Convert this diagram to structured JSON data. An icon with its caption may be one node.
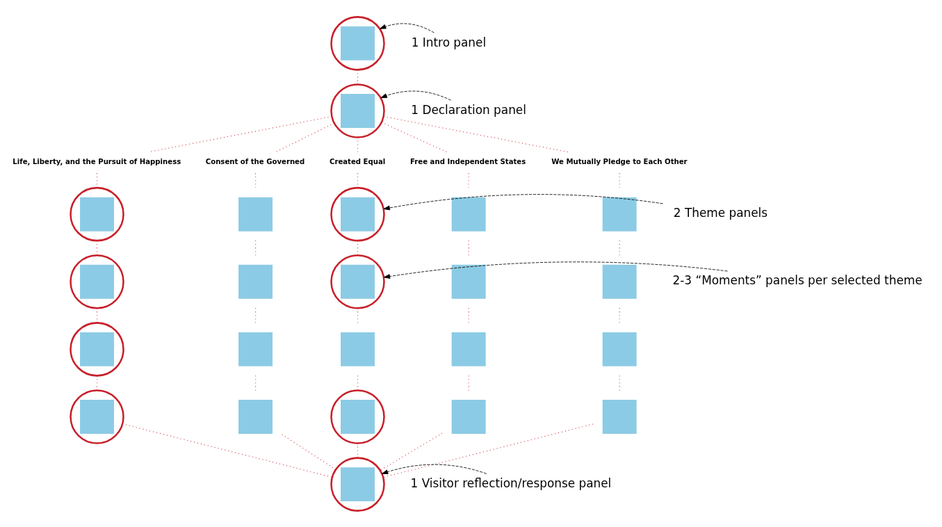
{
  "diagram": {
    "nodes": [
      {
        "text": [],
        "shape": "circle"
      },
      {
        "text": [
          "1 Intro panel"
        ]
      },
      {
        "text": [],
        "shape": "circle"
      },
      {
        "text": [
          "1 Declaration panel"
        ]
      },
      {
        "text": [
          "Life, Liberty, and the Pursuit of Happiness"
        ]
      },
      {
        "text": [
          "Consent of the Governed"
        ]
      },
      {
        "text": [
          "Created Equal"
        ]
      },
      {
        "text": [
          "Free and Independent States"
        ]
      },
      {
        "text": [
          "We Mutually Pledge to Each Other"
        ]
      },
      {
        "text": [],
        "shape": "circle"
      },
      {
        "text": [],
        "shape": "box"
      },
      {
        "text": [],
        "shape": "circle"
      },
      {
        "text": [],
        "shape": "box"
      },
      {
        "text": [],
        "shape": "box"
      },
      {
        "text": [
          "2 Theme panels"
        ]
      },
      {
        "text": [],
        "shape": "circle"
      },
      {
        "text": [],
        "shape": "box"
      },
      {
        "text": [],
        "shape": "circle"
      },
      {
        "text": [],
        "shape": "box"
      },
      {
        "text": [],
        "shape": "box"
      },
      {
        "text": [
          "2-3 “Moments” panels per selected theme"
        ]
      },
      {
        "text": [],
        "shape": "circle"
      },
      {
        "text": [],
        "shape": "box"
      },
      {
        "text": [],
        "shape": "box"
      },
      {
        "text": [],
        "shape": "box"
      },
      {
        "text": [],
        "shape": "box"
      },
      {
        "text": [],
        "shape": "circle"
      },
      {
        "text": [],
        "shape": "box"
      },
      {
        "text": [],
        "shape": "circle"
      },
      {
        "text": [],
        "shape": "box"
      },
      {
        "text": [],
        "shape": "box"
      },
      {
        "text": [],
        "shape": "circle"
      },
      {
        "text": [
          "1 Visitor reflection/response panel"
        ]
      }
    ],
    "edges": [
      {
        "from": 0,
        "to": 2,
        "arrow": "none"
      },
      {
        "from": 2,
        "to": 4,
        "arrow": "none"
      },
      {
        "from": 2,
        "to": 5,
        "arrow": "none"
      },
      {
        "from": 2,
        "to": 6,
        "arrow": "none"
      },
      {
        "from": 2,
        "to": 7,
        "arrow": "none"
      },
      {
        "from": 2,
        "to": 8,
        "arrow": "none"
      },
      {
        "from": 4,
        "to": 9,
        "arrow": "none"
      },
      {
        "from": 5,
        "to": 10,
        "arrow": "none"
      },
      {
        "from": 6,
        "to": 11,
        "arrow": "none"
      },
      {
        "from": 7,
        "to": 12,
        "arrow": "none"
      },
      {
        "from": 8,
        "to": 13,
        "arrow": "none"
      },
      {
        "from": 9,
        "to": 15,
        "arrow": "none"
      },
      {
        "from": 10,
        "to": 16,
        "arrow": "none"
      },
      {
        "from": 11,
        "to": 17,
        "arrow": "none"
      },
      {
        "from": 12,
        "to": 18,
        "arrow": "none"
      },
      {
        "from": 13,
        "to": 19,
        "arrow": "none"
      },
      {
        "from": 15,
        "to": 21,
        "arrow": "none"
      },
      {
        "from": 16,
        "to": 22,
        "arrow": "none"
      },
      {
        "from": 17,
        "to": 23,
        "arrow": "none"
      },
      {
        "from": 18,
        "to": 24,
        "arrow": "none"
      },
      {
        "from": 19,
        "to": 25,
        "arrow": "none"
      },
      {
        "from": 21,
        "to": 26,
        "arrow": "none"
      },
      {
        "from": 22,
        "to": 27,
        "arrow": "none"
      },
      {
        "from": 23,
        "to": 28,
        "arrow": "none"
      },
      {
        "from": 24,
        "to": 29,
        "arrow": "none"
      },
      {
        "from": 25,
        "to": 30,
        "arrow": "none"
      },
      {
        "from": 26,
        "to": 31,
        "arrow": "none"
      },
      {
        "from": 27,
        "to": 31,
        "arrow": "none"
      },
      {
        "from": 28,
        "to": 31,
        "arrow": "none"
      },
      {
        "from": 29,
        "to": 31,
        "arrow": "none"
      },
      {
        "from": 30,
        "to": 31,
        "arrow": "none"
      },
      {
        "from": 1,
        "to": 0,
        "arrow": "to",
        "style": "dashed",
        "color": "#000000"
      },
      {
        "from": 3,
        "to": 2,
        "arrow": "to",
        "style": "dashed",
        "color": "#000000"
      },
      {
        "from": 14,
        "to": 11,
        "arrow": "to",
        "style": "dashed",
        "color": "#000000"
      },
      {
        "from": 20,
        "to": 17,
        "arrow": "to",
        "style": "dashed",
        "color": "#000000"
      },
      {
        "from": 32,
        "to": 31,
        "arrow": "to",
        "style": "dashed",
        "color": "#000000"
      }
    ]
  }
}
